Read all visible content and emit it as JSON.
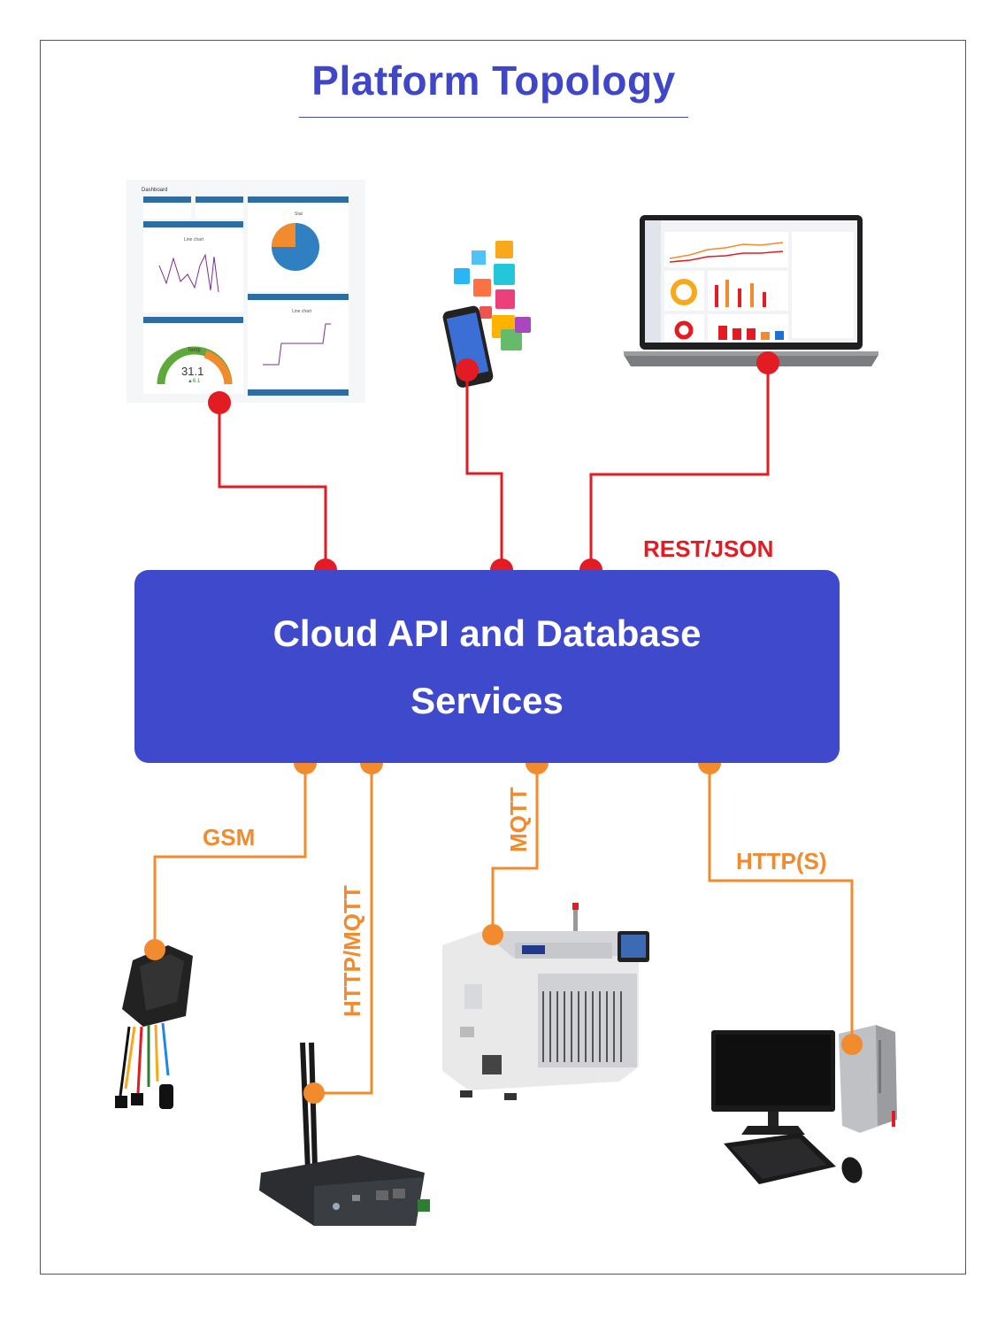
{
  "title": "Platform Topology",
  "cloud": {
    "line1": "Cloud API and Database",
    "line2": "Services"
  },
  "protocols": {
    "rest": "REST/JSON",
    "gsm": "GSM",
    "http_mqtt": "HTTP/MQTT",
    "mqtt": "MQTT",
    "https": "HTTP(S)"
  },
  "dashboard": {
    "header": "Dashboard",
    "line_chart": "Line chart",
    "stat": "Stat",
    "gauge_label": "Temp",
    "gauge_value": "31.1",
    "gauge_delta": "▲6.1"
  },
  "colors": {
    "title": "#3f47c8",
    "cloud": "#3e49cc",
    "client_links": "#e31b23",
    "device_links": "#f28a2e"
  },
  "icons": [
    "dashboard-screenshot",
    "smartphone-apps-icon",
    "laptop-dashboard-icon",
    "gps-tracker-icon",
    "router-icon",
    "smt-machine-icon",
    "desktop-pc-icon"
  ]
}
